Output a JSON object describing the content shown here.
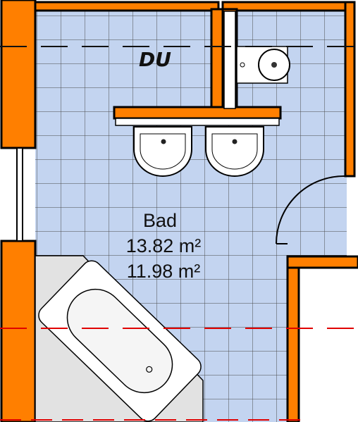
{
  "plan": {
    "shower_label": "DU",
    "room": {
      "name": "Bad",
      "area_1": "13.82 m²",
      "area_2": "11.98 m²"
    }
  },
  "colors": {
    "wall": "#ff7f00",
    "floor": "#c3d4f0",
    "tile_line": "#4a4a4a",
    "fixture_fill": "#ffffff",
    "bathtub_shade": "#e2e2e2",
    "dash_black": "#111111",
    "dash_red": "#e00000"
  },
  "icons": {
    "toilet": "toilet-icon",
    "basin": "washbasin-icon",
    "bathtub": "bathtub-icon",
    "door": "door-swing-icon",
    "window": "window-icon"
  }
}
